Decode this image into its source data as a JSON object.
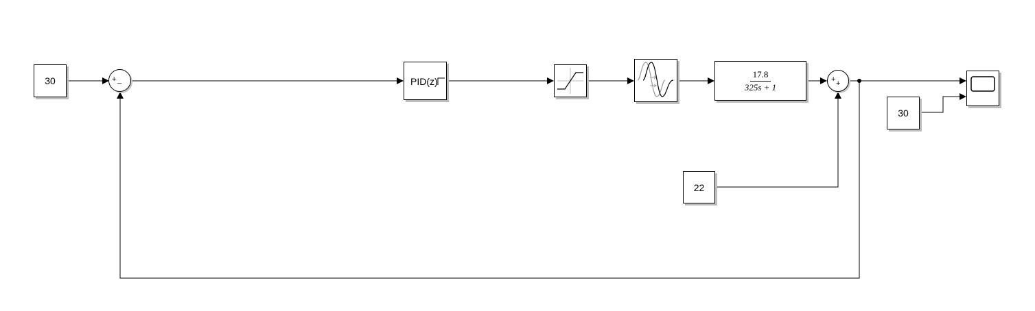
{
  "blocks": {
    "ref_constant": {
      "label": "30"
    },
    "pid_controller": {
      "label": "PID(z)"
    },
    "transfer_fcn": {
      "numerator": "17.8",
      "denominator": "325s + 1"
    },
    "disturbance_constant": {
      "label": "22"
    },
    "scope_constant": {
      "label": "30"
    }
  },
  "sum1": {
    "sign_top": "+",
    "sign_bottom": "_"
  },
  "sum2": {
    "sign_top": "+",
    "sign_bottom": "+"
  },
  "colors": {
    "line": "#000000",
    "shadow": "#bdbdbd",
    "background": "#ffffff"
  }
}
